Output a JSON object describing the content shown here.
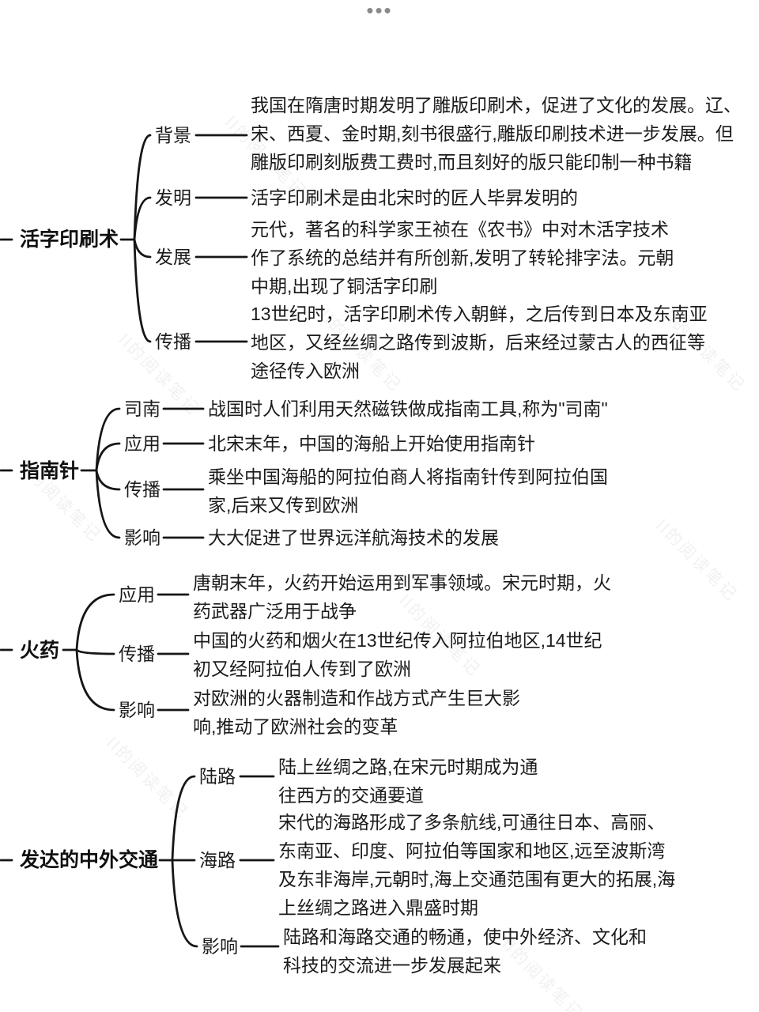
{
  "page": {
    "more_label": "•••"
  },
  "watermark": {
    "text": "ll的阅读笔记"
  },
  "mindmap": {
    "sections": [
      {
        "topic": "活字印刷术",
        "branches": [
          {
            "label": "背景",
            "lines": [
              "我国在隋唐时期发明了雕版印刷术，促进了文化的发展。辽、",
              "宋、西夏、金时期,刻书很盛行,雕版印刷技术进一步发展。但",
              "雕版印刷刻版费工费时,而且刻好的版只能印制一种书籍"
            ]
          },
          {
            "label": "发明",
            "lines": [
              "活字印刷术是由北宋时的匠人毕昇发明的"
            ]
          },
          {
            "label": "发展",
            "lines": [
              "元代，著名的科学家王祯在《农书》中对木活字技术",
              "作了系统的总结并有所创新,发明了转轮排字法。元朝",
              "中期,出现了铜活字印刷"
            ]
          },
          {
            "label": "传播",
            "lines": [
              "13世纪时，活字印刷术传入朝鲜，之后传到日本及东南亚",
              "地区，又经丝绸之路传到波斯，后来经过蒙古人的西征等",
              "途径传入欧洲"
            ]
          }
        ]
      },
      {
        "topic": "指南针",
        "branches": [
          {
            "label": "司南",
            "lines": [
              "战国时人们利用天然磁铁做成指南工具,称为\"司南\""
            ]
          },
          {
            "label": "应用",
            "lines": [
              "北宋末年，中国的海船上开始使用指南针"
            ]
          },
          {
            "label": "传播",
            "lines": [
              "乘坐中国海船的阿拉伯商人将指南针传到阿拉伯国",
              "家,后来又传到欧洲"
            ]
          },
          {
            "label": "影响",
            "lines": [
              "大大促进了世界远洋航海技术的发展"
            ]
          }
        ]
      },
      {
        "topic": "火药",
        "branches": [
          {
            "label": "应用",
            "lines": [
              "唐朝末年，火药开始运用到军事领域。宋元时期，火",
              "药武器广泛用于战争"
            ]
          },
          {
            "label": "传播",
            "lines": [
              "中国的火药和烟火在13世纪传入阿拉伯地区,14世纪",
              "初又经阿拉伯人传到了欧洲"
            ]
          },
          {
            "label": "影响",
            "lines": [
              "对欧洲的火器制造和作战方式产生巨大影",
              "响,推动了欧洲社会的变革"
            ]
          }
        ]
      },
      {
        "topic": "发达的中外交通",
        "branches": [
          {
            "label": "陆路",
            "lines": [
              "陆上丝绸之路,在宋元时期成为通",
              "往西方的交通要道"
            ]
          },
          {
            "label": "海路",
            "lines": [
              "宋代的海路形成了多条航线,可通往日本、高丽、",
              "东南亚、印度、阿拉伯等国家和地区,远至波斯湾",
              "及东非海岸,元朝时,海上交通范围有更大的拓展,海",
              "上丝绸之路进入鼎盛时期"
            ]
          },
          {
            "label": "影响",
            "lines": [
              "陆路和海路交通的畅通，使中外经济、文化和",
              "科技的交流进一步发展起来"
            ]
          }
        ]
      }
    ]
  }
}
